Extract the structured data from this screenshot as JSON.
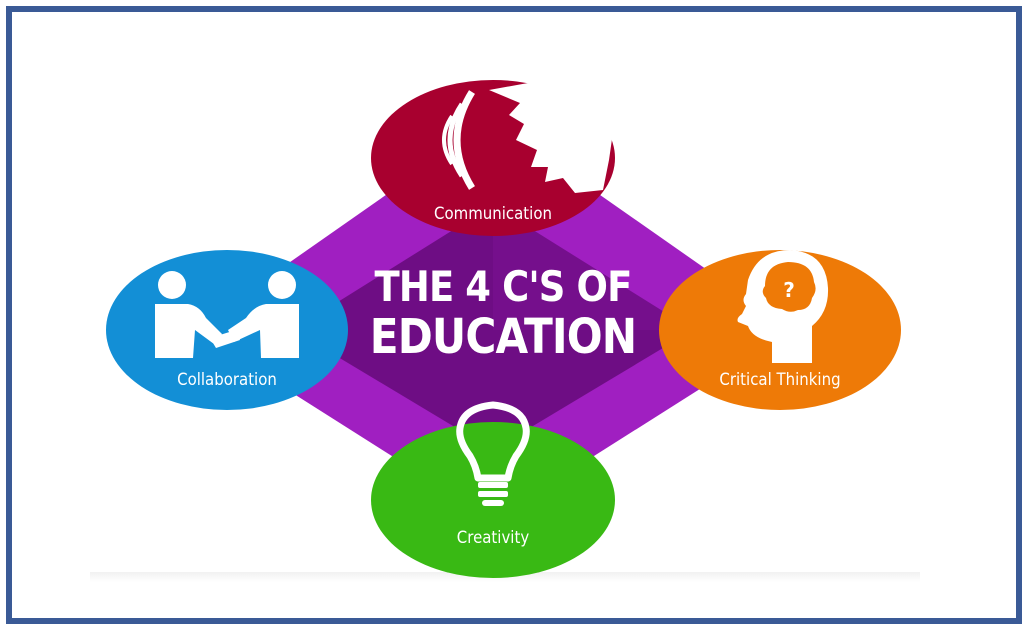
{
  "diagram": {
    "title_line1": "THE 4 C'S OF",
    "title_line2": "EDUCATION",
    "colors": {
      "frame": "#3a5a96",
      "diamond_outer": "#a01fc1",
      "diamond_inner": "#6e0d84",
      "communication": "#a8002f",
      "collaboration": "#138fd6",
      "critical_thinking": "#ee7a07",
      "creativity": "#39b914"
    },
    "nodes": [
      {
        "label": "Communication",
        "icon": "speaking-head-icon",
        "color": "#a8002f"
      },
      {
        "label": "Collaboration",
        "icon": "handshake-icon",
        "color": "#138fd6"
      },
      {
        "label": "Critical Thinking",
        "icon": "head-brain-question-icon",
        "color": "#ee7a07"
      },
      {
        "label": "Creativity",
        "icon": "lightbulb-icon",
        "color": "#39b914"
      }
    ]
  }
}
